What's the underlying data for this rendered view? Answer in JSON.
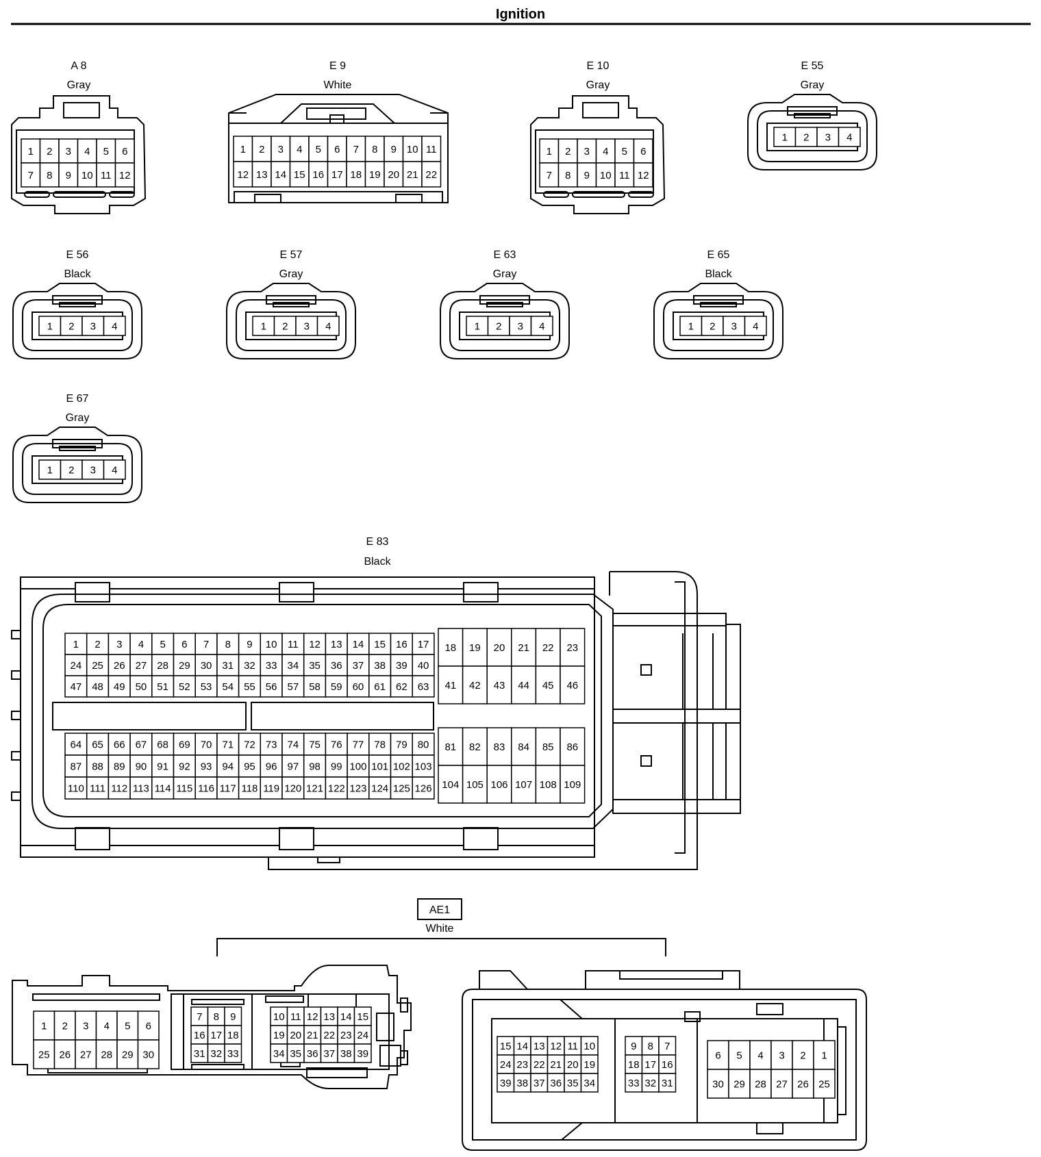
{
  "title": "Ignition",
  "connectors": {
    "A8": {
      "name": "A 8",
      "color": "Gray",
      "rows": [
        [
          "1",
          "2",
          "3",
          "4",
          "5",
          "6"
        ],
        [
          "7",
          "8",
          "9",
          "10",
          "11",
          "12"
        ]
      ]
    },
    "E9": {
      "name": "E 9",
      "color": "White",
      "rows": [
        [
          "1",
          "2",
          "3",
          "4",
          "5",
          "6",
          "7",
          "8",
          "9",
          "10",
          "11"
        ],
        [
          "12",
          "13",
          "14",
          "15",
          "16",
          "17",
          "18",
          "19",
          "20",
          "21",
          "22"
        ]
      ]
    },
    "E10": {
      "name": "E 10",
      "color": "Gray",
      "rows": [
        [
          "1",
          "2",
          "3",
          "4",
          "5",
          "6"
        ],
        [
          "7",
          "8",
          "9",
          "10",
          "11",
          "12"
        ]
      ]
    },
    "E55": {
      "name": "E 55",
      "color": "Gray",
      "rows": [
        [
          "1",
          "2",
          "3",
          "4"
        ]
      ]
    },
    "E56": {
      "name": "E 56",
      "color": "Black",
      "rows": [
        [
          "1",
          "2",
          "3",
          "4"
        ]
      ]
    },
    "E57": {
      "name": "E 57",
      "color": "Gray",
      "rows": [
        [
          "1",
          "2",
          "3",
          "4"
        ]
      ]
    },
    "E63": {
      "name": "E 63",
      "color": "Gray",
      "rows": [
        [
          "1",
          "2",
          "3",
          "4"
        ]
      ]
    },
    "E65": {
      "name": "E 65",
      "color": "Black",
      "rows": [
        [
          "1",
          "2",
          "3",
          "4"
        ]
      ]
    },
    "E67": {
      "name": "E 67",
      "color": "Gray",
      "rows": [
        [
          "1",
          "2",
          "3",
          "4"
        ]
      ]
    },
    "E83": {
      "name": "E 83",
      "color": "Black",
      "upper_left": [
        [
          "1",
          "2",
          "3",
          "4",
          "5",
          "6",
          "7",
          "8",
          "9",
          "10",
          "11",
          "12",
          "13",
          "14",
          "15",
          "16",
          "17"
        ],
        [
          "24",
          "25",
          "26",
          "27",
          "28",
          "29",
          "30",
          "31",
          "32",
          "33",
          "34",
          "35",
          "36",
          "37",
          "38",
          "39",
          "40"
        ],
        [
          "47",
          "48",
          "49",
          "50",
          "51",
          "52",
          "53",
          "54",
          "55",
          "56",
          "57",
          "58",
          "59",
          "60",
          "61",
          "62",
          "63"
        ]
      ],
      "upper_right": [
        [
          "18",
          "19",
          "20",
          "21",
          "22",
          "23"
        ],
        [
          "41",
          "42",
          "43",
          "44",
          "45",
          "46"
        ]
      ],
      "lower_left": [
        [
          "64",
          "65",
          "66",
          "67",
          "68",
          "69",
          "70",
          "71",
          "72",
          "73",
          "74",
          "75",
          "76",
          "77",
          "78",
          "79",
          "80"
        ],
        [
          "87",
          "88",
          "89",
          "90",
          "91",
          "92",
          "93",
          "94",
          "95",
          "96",
          "97",
          "98",
          "99",
          "100",
          "101",
          "102",
          "103"
        ],
        [
          "110",
          "111",
          "112",
          "113",
          "114",
          "115",
          "116",
          "117",
          "118",
          "119",
          "120",
          "121",
          "122",
          "123",
          "124",
          "125",
          "126"
        ]
      ],
      "lower_right": [
        [
          "81",
          "82",
          "83",
          "84",
          "85",
          "86"
        ],
        [
          "104",
          "105",
          "106",
          "107",
          "108",
          "109"
        ]
      ]
    },
    "AE1": {
      "name": "AE1",
      "color": "White",
      "left_a": [
        [
          "1",
          "2",
          "3",
          "4",
          "5",
          "6"
        ],
        [
          "25",
          "26",
          "27",
          "28",
          "29",
          "30"
        ]
      ],
      "left_b": [
        [
          "7",
          "8",
          "9"
        ],
        [
          "16",
          "17",
          "18"
        ],
        [
          "31",
          "32",
          "33"
        ]
      ],
      "left_c": [
        [
          "10",
          "11",
          "12",
          "13",
          "14",
          "15"
        ],
        [
          "19",
          "20",
          "21",
          "22",
          "23",
          "24"
        ],
        [
          "34",
          "35",
          "36",
          "37",
          "38",
          "39"
        ]
      ],
      "right_a": [
        [
          "15",
          "14",
          "13",
          "12",
          "11",
          "10"
        ],
        [
          "24",
          "23",
          "22",
          "21",
          "20",
          "19"
        ],
        [
          "39",
          "38",
          "37",
          "36",
          "35",
          "34"
        ]
      ],
      "right_b": [
        [
          "9",
          "8",
          "7"
        ],
        [
          "18",
          "17",
          "16"
        ],
        [
          "33",
          "32",
          "31"
        ]
      ],
      "right_c": [
        [
          "6",
          "5",
          "4",
          "3",
          "2",
          "1"
        ],
        [
          "30",
          "29",
          "28",
          "27",
          "26",
          "25"
        ]
      ]
    }
  }
}
